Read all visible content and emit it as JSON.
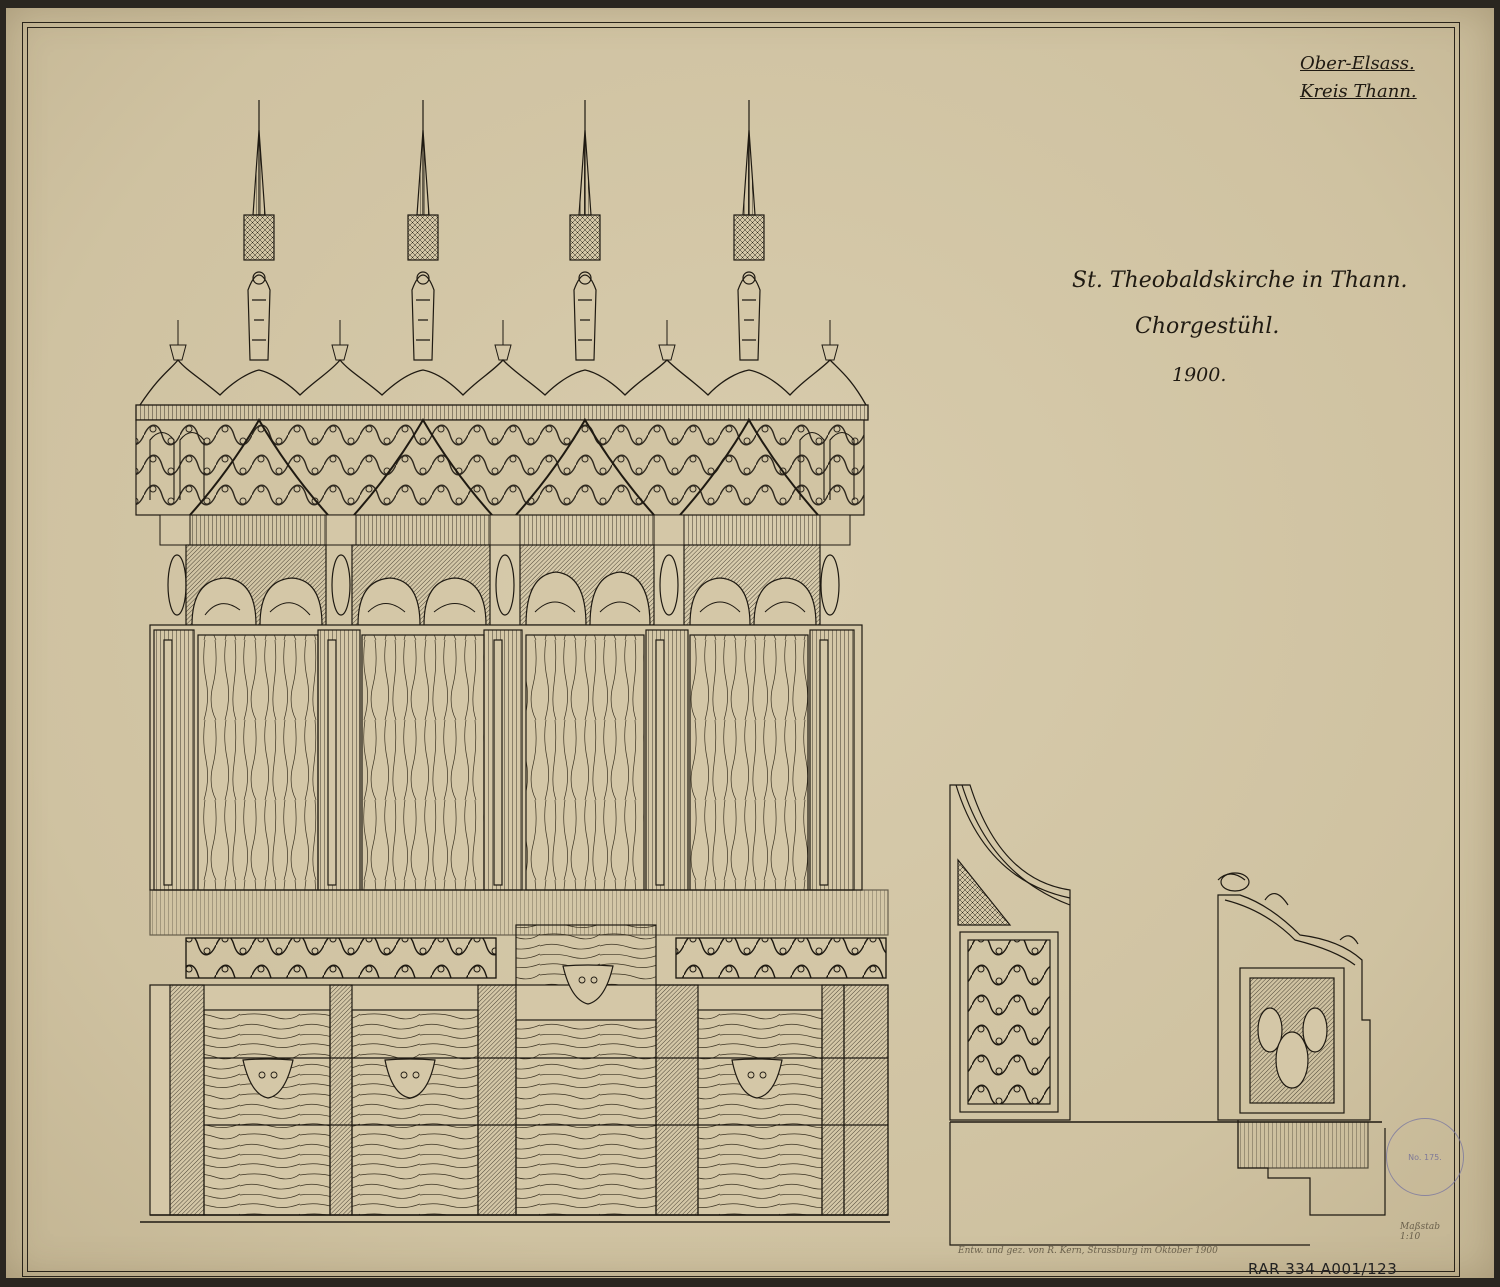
{
  "sheet": {
    "region": [
      "Ober-Elsass.",
      "Kreis Thann."
    ],
    "title": "St. Theobaldskirche in Thann.",
    "subtitle": "Chorgestühl.",
    "year": "1900.",
    "pencil_note": "Entw. und gez. von R. Kern, Strassburg im Oktober 1900",
    "scale_note": "Maßstab 1:10",
    "stamp_number": "No. 175.",
    "archive_number": "RAR 334 A001/123"
  },
  "drawings": {
    "elevation": "main-elevation",
    "side_view_left": "side-section-panel",
    "side_view_right": "side-elevation-stall"
  },
  "colors": {
    "paper": "#d4c7a7",
    "ink": "#1f1a12",
    "stamp": "#6d6a98"
  }
}
